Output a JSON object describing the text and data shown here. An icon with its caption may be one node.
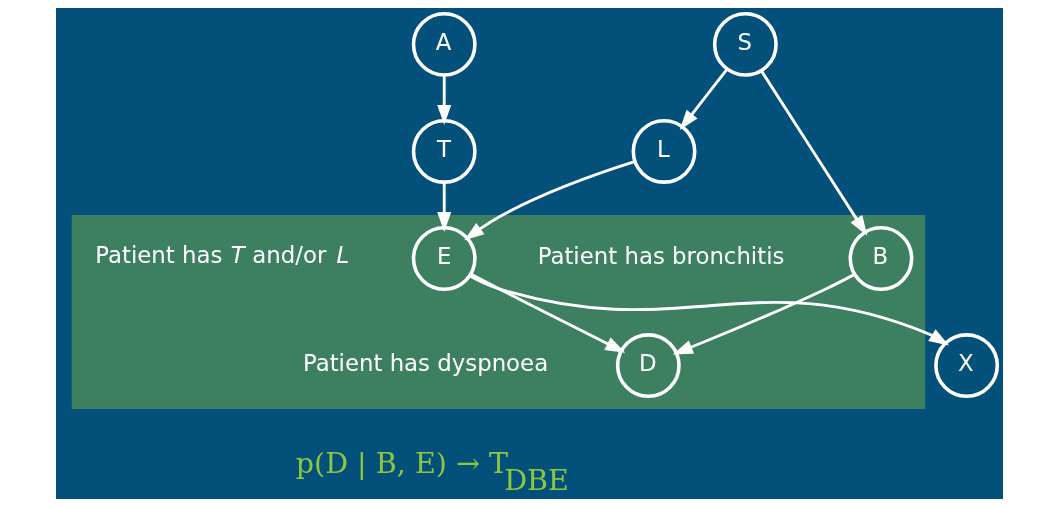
{
  "diagram": {
    "nodes": [
      {
        "text": [
          "A"
        ]
      },
      {
        "text": [
          "S"
        ]
      },
      {
        "text": [
          "T"
        ]
      },
      {
        "text": [
          "L"
        ]
      },
      {
        "text": [],
        "shape": "triangle"
      },
      {
        "text": [
          "B"
        ],
        "in": 4,
        "beside": [
          "Patient has bronchitis"
        ]
      },
      {
        "text": [
          "E"
        ],
        "in": 4,
        "beside": [
          "Patient has *T* and/or *L*"
        ]
      },
      {
        "text": [
          "X"
        ]
      },
      {
        "text": [
          "D"
        ],
        "in": 4,
        "beside": [
          "Patient has dyspnoea"
        ]
      }
    ],
    "edges": [
      {
        "from": 0,
        "to": 2,
        "arrow": "to"
      },
      {
        "from": 1,
        "to": 3,
        "arrow": "to"
      },
      {
        "from": 1,
        "to": 5,
        "arrow": "to"
      },
      {
        "from": 2,
        "to": 6,
        "arrow": "to"
      },
      {
        "from": 3,
        "to": 6,
        "arrow": "to"
      },
      {
        "from": 5,
        "to": 8,
        "arrow": "to"
      },
      {
        "from": 6,
        "to": 7,
        "arrow": "to"
      },
      {
        "from": 6,
        "to": 8,
        "arrow": "to"
      }
    ],
    "labels": [
      "p(D | B, E) → T$_{DBE}$"
    ]
  }
}
